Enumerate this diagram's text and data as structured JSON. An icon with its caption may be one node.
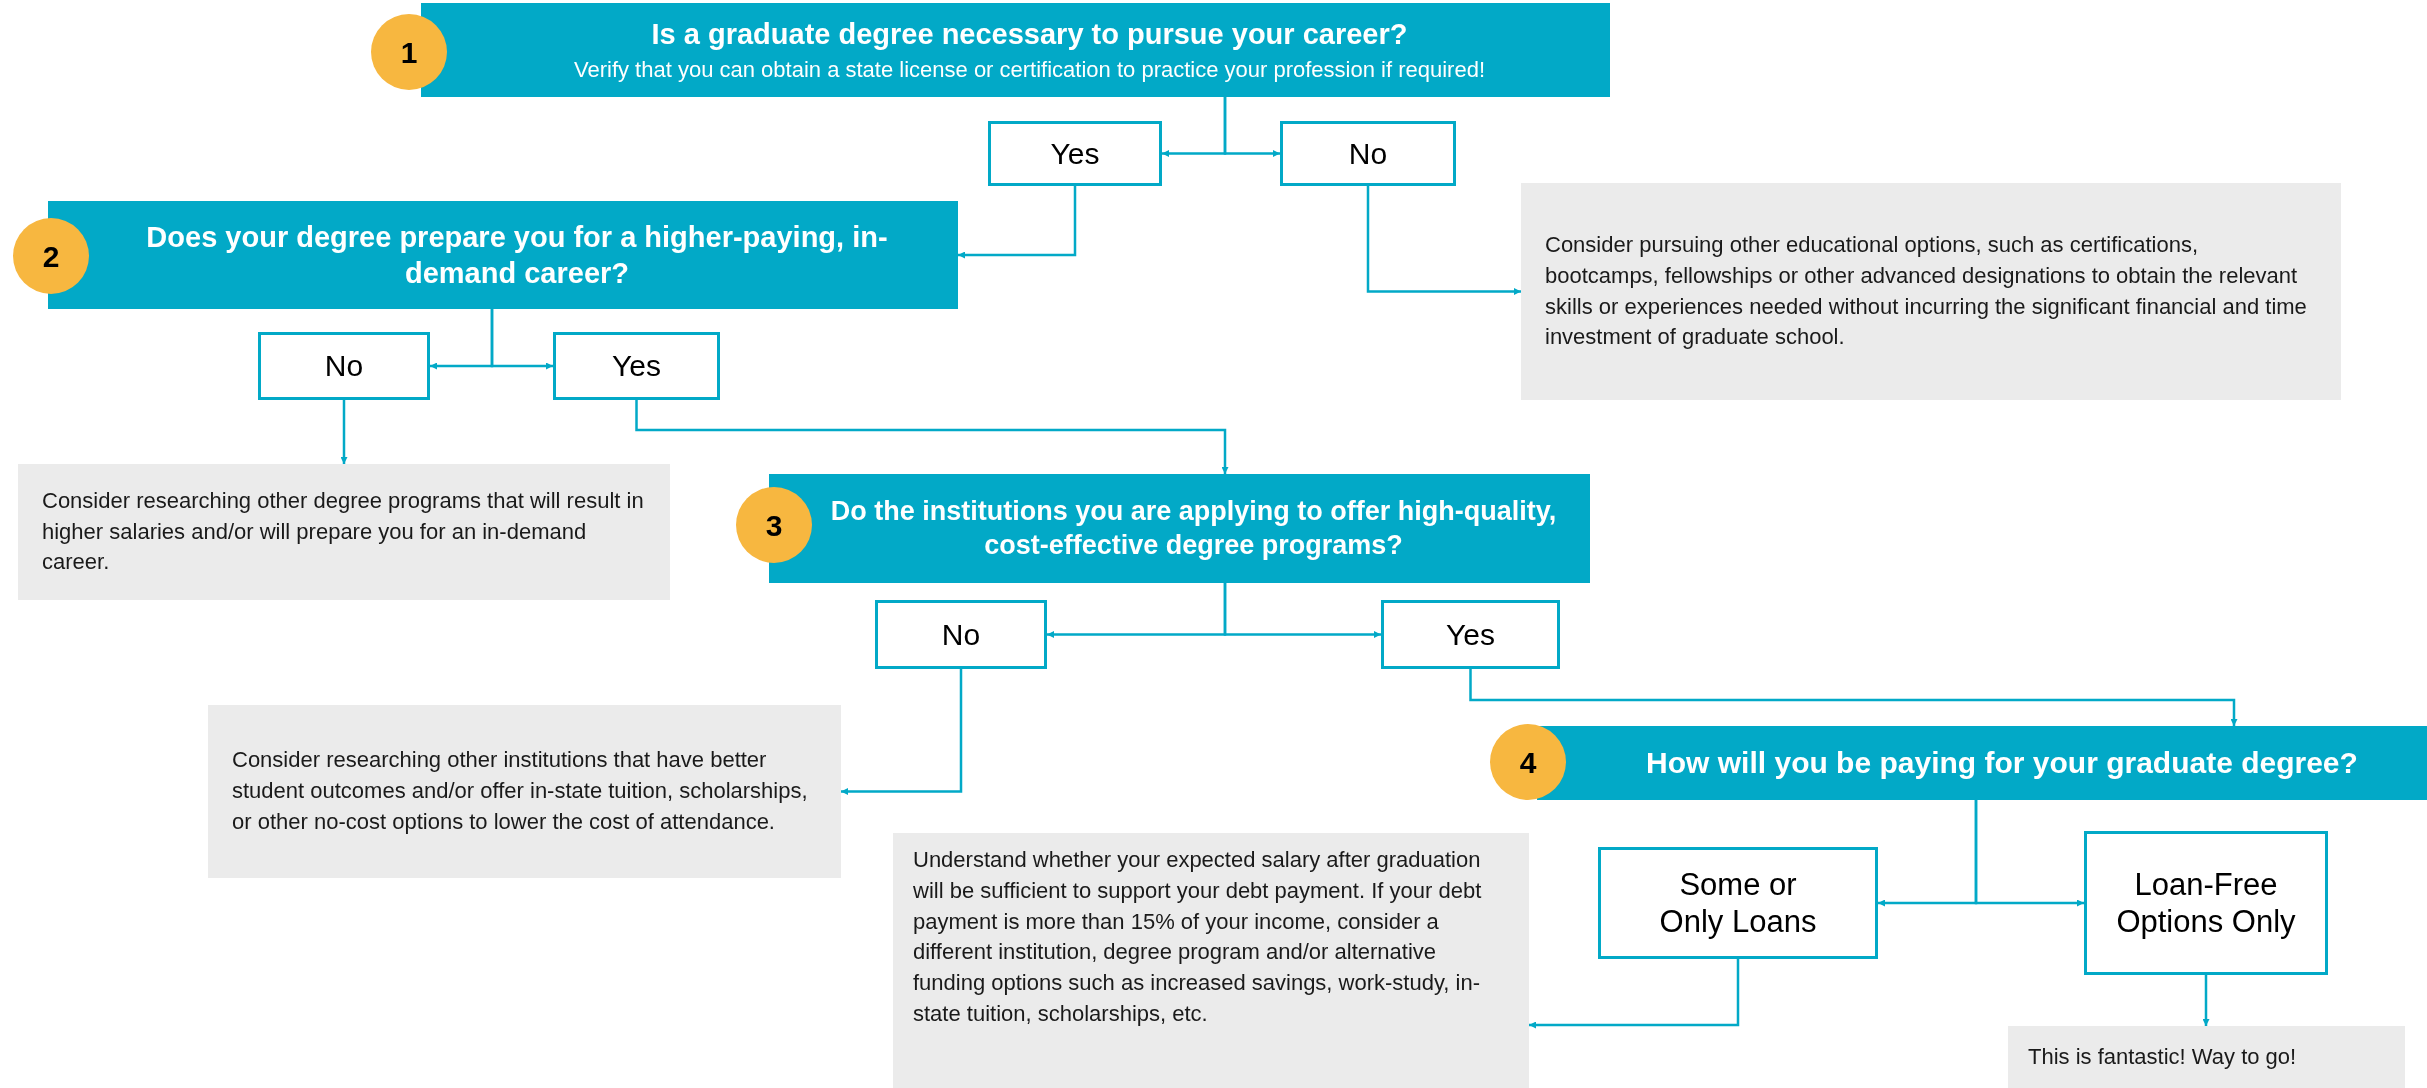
{
  "diagram": {
    "nodes": [
      {
        "text": [
          "Is a graduate degree necessary to pursue your career?",
          "Verify that you can obtain a state license or certification to practice your profession if required!"
        ]
      },
      {
        "text": [
          "1"
        ]
      },
      {
        "text": [
          "Yes"
        ]
      },
      {
        "text": [
          "No"
        ]
      },
      {
        "text": [
          "Consider pursuing other educational options, such as certifications, bootcamps, fellowships or other advanced designations to obtain the relevant skills or experiences needed without incurring the significant financial and time investment of graduate school."
        ]
      },
      {
        "text": [
          "Does your degree prepare you for a higher-paying, in-demand career?"
        ]
      },
      {
        "text": [
          "2"
        ]
      },
      {
        "text": [
          "No"
        ]
      },
      {
        "text": [
          "Yes"
        ]
      },
      {
        "text": [
          "Consider researching other degree programs that will result in higher salaries and/or will prepare you for an in-demand career."
        ]
      },
      {
        "text": [
          "Do the institutions you are applying to offer high-quality, cost-effective degree programs?"
        ]
      },
      {
        "text": [
          "3"
        ]
      },
      {
        "text": [
          "No"
        ]
      },
      {
        "text": [
          "Yes"
        ]
      },
      {
        "text": [
          "Consider researching other institutions that have better student outcomes and/or offer in-state tuition, scholarships, or other no-cost options to lower the cost of attendance."
        ]
      },
      {
        "text": [
          "How will you be paying for your graduate degree?"
        ]
      },
      {
        "text": [
          "4"
        ]
      },
      {
        "text": [
          "Understand whether your expected salary after graduation will be sufficient to support your debt payment. If your debt payment is more than 15% of your income, consider a different institution, degree program and/or alternative funding options such as increased savings, work-study, in-state tuition, scholarships, etc."
        ]
      },
      {
        "text": [
          "Some or Only Loans"
        ]
      },
      {
        "text": [
          "Loan-Free Options Only"
        ]
      },
      {
        "text": [
          "This is fantastic! Way to go!"
        ]
      }
    ],
    "edges": [
      {
        "from": 0,
        "to": 2,
        "arrow": "to"
      },
      {
        "from": 0,
        "to": 3,
        "arrow": "to"
      },
      {
        "from": 2,
        "to": 5,
        "arrow": "to"
      },
      {
        "from": 3,
        "to": 4,
        "arrow": "to"
      },
      {
        "from": 5,
        "to": 7,
        "arrow": "to"
      },
      {
        "from": 5,
        "to": 8,
        "arrow": "to"
      },
      {
        "from": 7,
        "to": 9,
        "arrow": "to"
      },
      {
        "from": 8,
        "to": 10,
        "arrow": "to"
      },
      {
        "from": 10,
        "to": 12,
        "arrow": "to"
      },
      {
        "from": 10,
        "to": 13,
        "arrow": "to"
      },
      {
        "from": 12,
        "to": 14,
        "arrow": "to"
      },
      {
        "from": 13,
        "to": 15,
        "arrow": "to"
      },
      {
        "from": 15,
        "to": 18,
        "arrow": "to"
      },
      {
        "from": 15,
        "to": 19,
        "arrow": "to"
      },
      {
        "from": 18,
        "to": 17,
        "arrow": "to"
      },
      {
        "from": 19,
        "to": 20,
        "arrow": "to"
      }
    ]
  }
}
